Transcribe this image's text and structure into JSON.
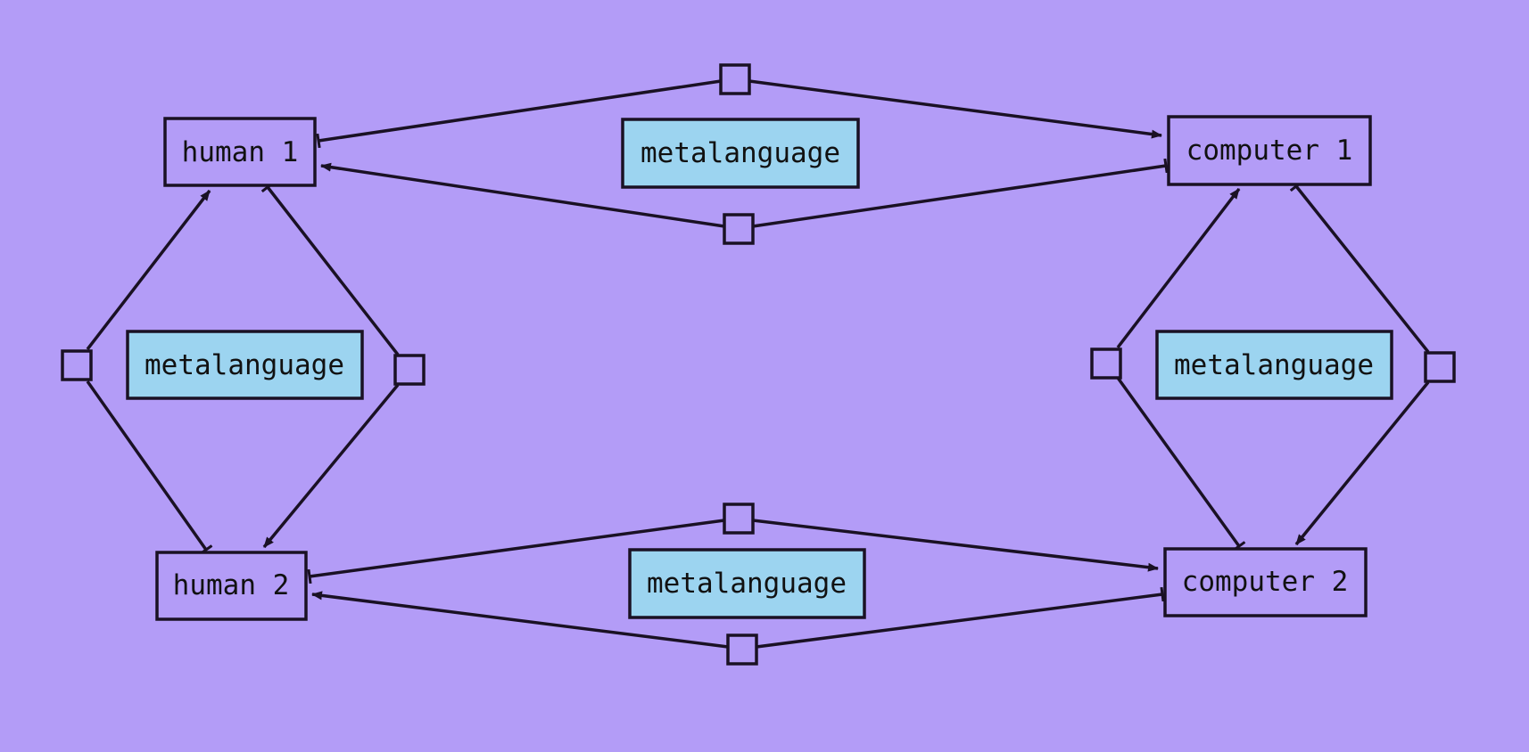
{
  "diagram": {
    "colors": {
      "background": "#b39cf7",
      "stroke": "#1a1124",
      "metalanguage_fill": "#9cd4f0"
    },
    "nodes": {
      "human1": "human 1",
      "human2": "human 2",
      "computer1": "computer 1",
      "computer2": "computer 2"
    },
    "metalanguage": {
      "top": "metalanguage",
      "bottom": "metalanguage",
      "left": "metalanguage",
      "right": "metalanguage"
    }
  }
}
